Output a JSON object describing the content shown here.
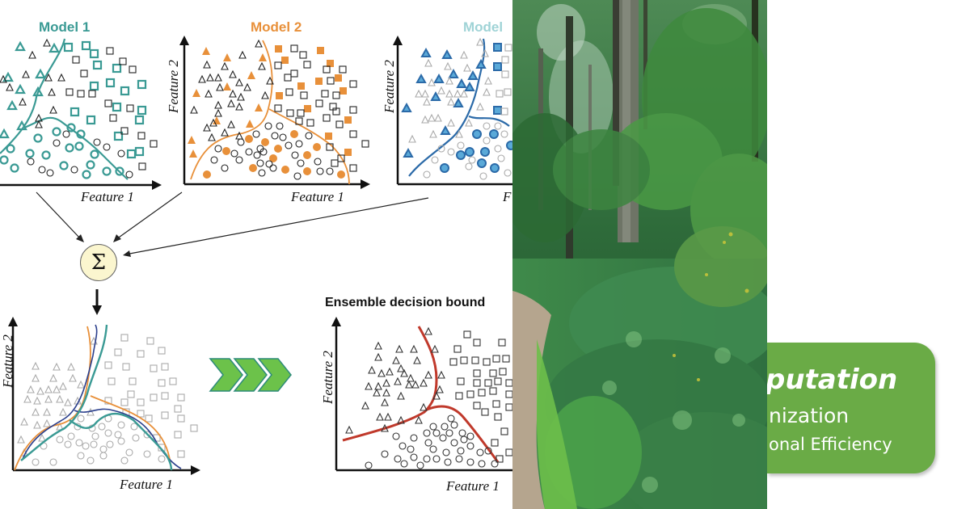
{
  "diagram": {
    "model1": {
      "title": "Model 1",
      "color": "#3a9a94",
      "xlabel": "Feature 1",
      "ylabel": "Feature 2"
    },
    "model2": {
      "title": "Model 2",
      "color": "#e8903a",
      "xlabel": "Feature 1",
      "ylabel": "Feature 2"
    },
    "model3": {
      "title": "Model",
      "color": "#9fd3d6",
      "xlabel": "F",
      "ylabel": "Feature 2"
    },
    "combiner": {
      "symbol": "Σ",
      "fill": "#fbf6cf"
    },
    "combined_plot": {
      "xlabel": "Feature 1",
      "ylabel": "Feature 2"
    },
    "ensemble_plot": {
      "title": "Ensemble decision bound",
      "xlabel": "Feature 1",
      "ylabel": "Feature 2",
      "boundary_color": "#c0392b"
    },
    "arrow_chevrons": {
      "count": 3,
      "fill": "#6cc24a",
      "stroke": "#2e8b7a"
    }
  },
  "photo": {
    "description": "forest-path-photo"
  },
  "banner": {
    "line1": "putation",
    "line2": "nization",
    "line3": "onal Efficiency",
    "color": "#6aab46"
  }
}
